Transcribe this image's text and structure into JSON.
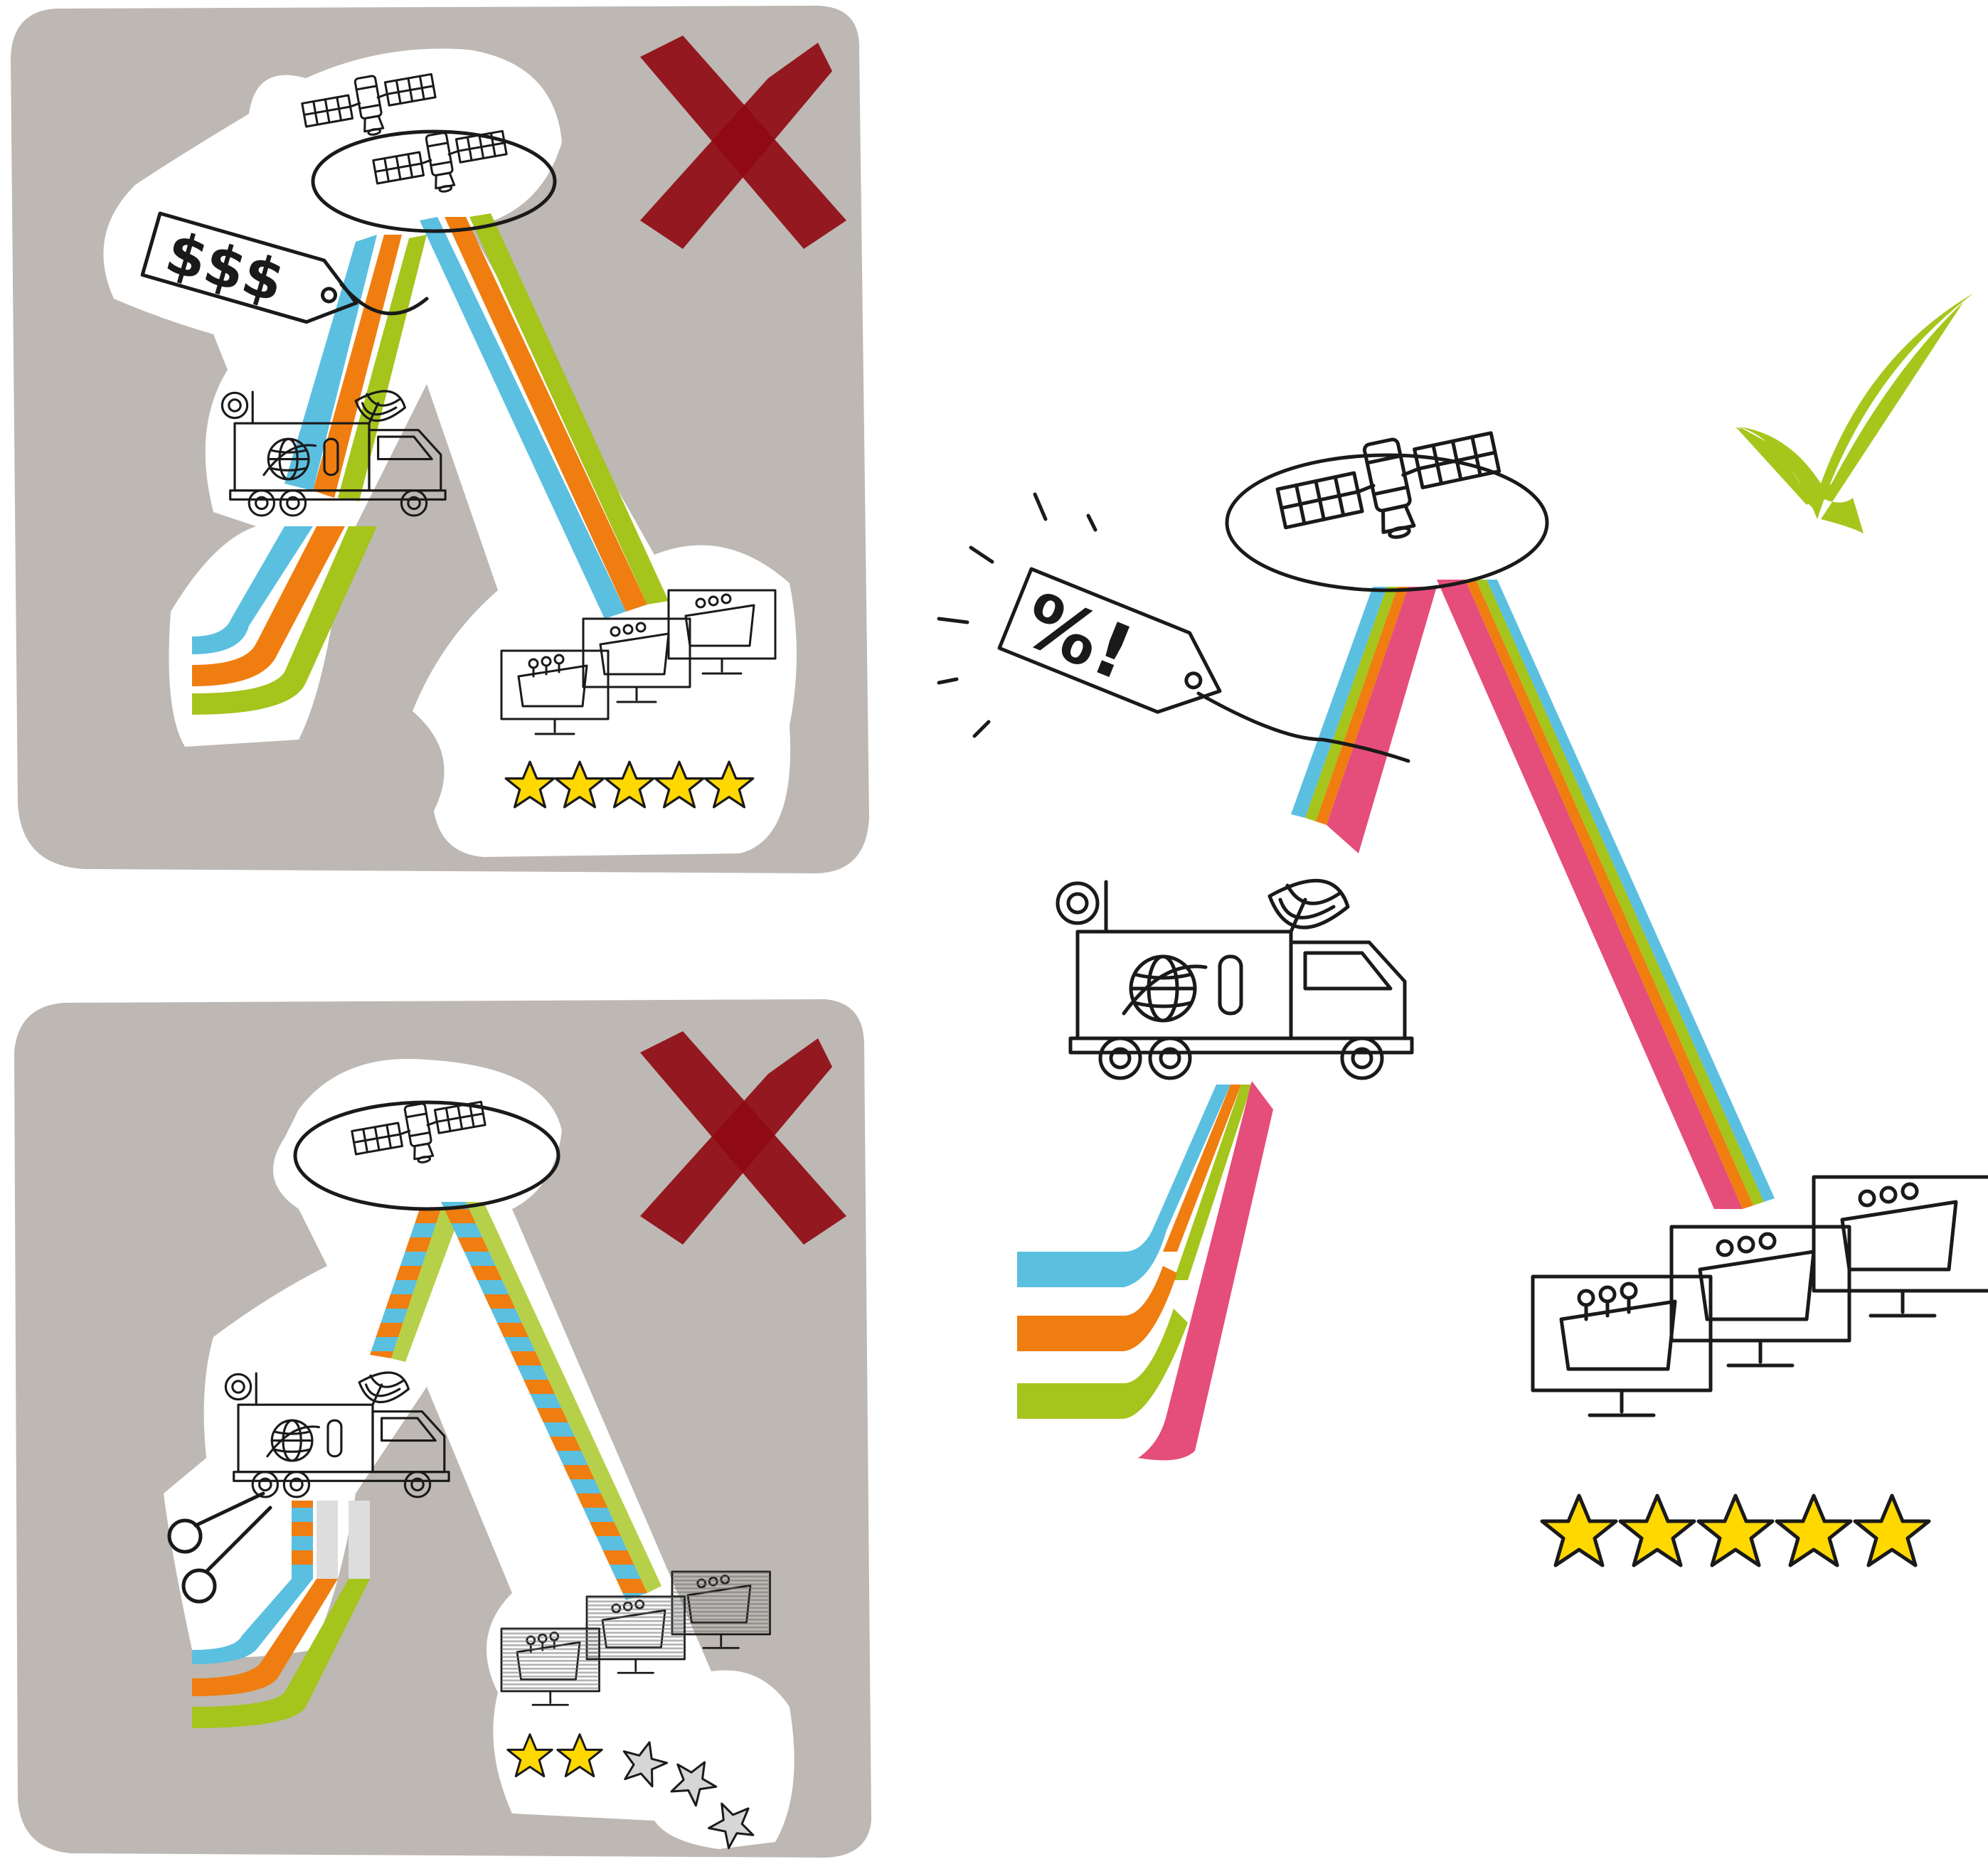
{
  "colors": {
    "panel_gray": "#bdb8b3",
    "white": "#ffffff",
    "blue": "#5bbfe0",
    "orange": "#ef7d10",
    "green": "#a5c41c",
    "pink": "#e54d7a",
    "truck_gray": "#dadada",
    "tag_yellow": "#ffd800",
    "star_yellow": "#ffd800",
    "star_gray": "#d6d6d6",
    "cross_red": "#8f0a14",
    "check_green": "#a6c61c",
    "screen_blue": "#bde6f6",
    "screen_orange": "#f7c08c",
    "screen_green": "#d2e39b"
  },
  "icons": [
    "satellite-icon",
    "price-tag-icon",
    "broadcast-truck-icon",
    "globe-icon",
    "satellite-dish-icon",
    "tv-screen-icon",
    "star-icon",
    "cross-mark-icon",
    "check-mark-icon",
    "scissors-icon"
  ],
  "panels": [
    {
      "id": "expensive",
      "verdict": "cross",
      "tag_text": "$$$",
      "satellites": 2,
      "signal": "wide-triple",
      "ratings": {
        "filled": 5,
        "empty": 0
      }
    },
    {
      "id": "degraded",
      "verdict": "cross",
      "tag_text": "",
      "satellites": 1,
      "signal": "broken",
      "ratings": {
        "filled": 2,
        "empty": 3
      }
    },
    {
      "id": "optimal",
      "verdict": "check",
      "tag_text": "%!",
      "satellites": 1,
      "signal": "compressed",
      "ratings": {
        "filled": 5,
        "empty": 0
      }
    }
  ]
}
